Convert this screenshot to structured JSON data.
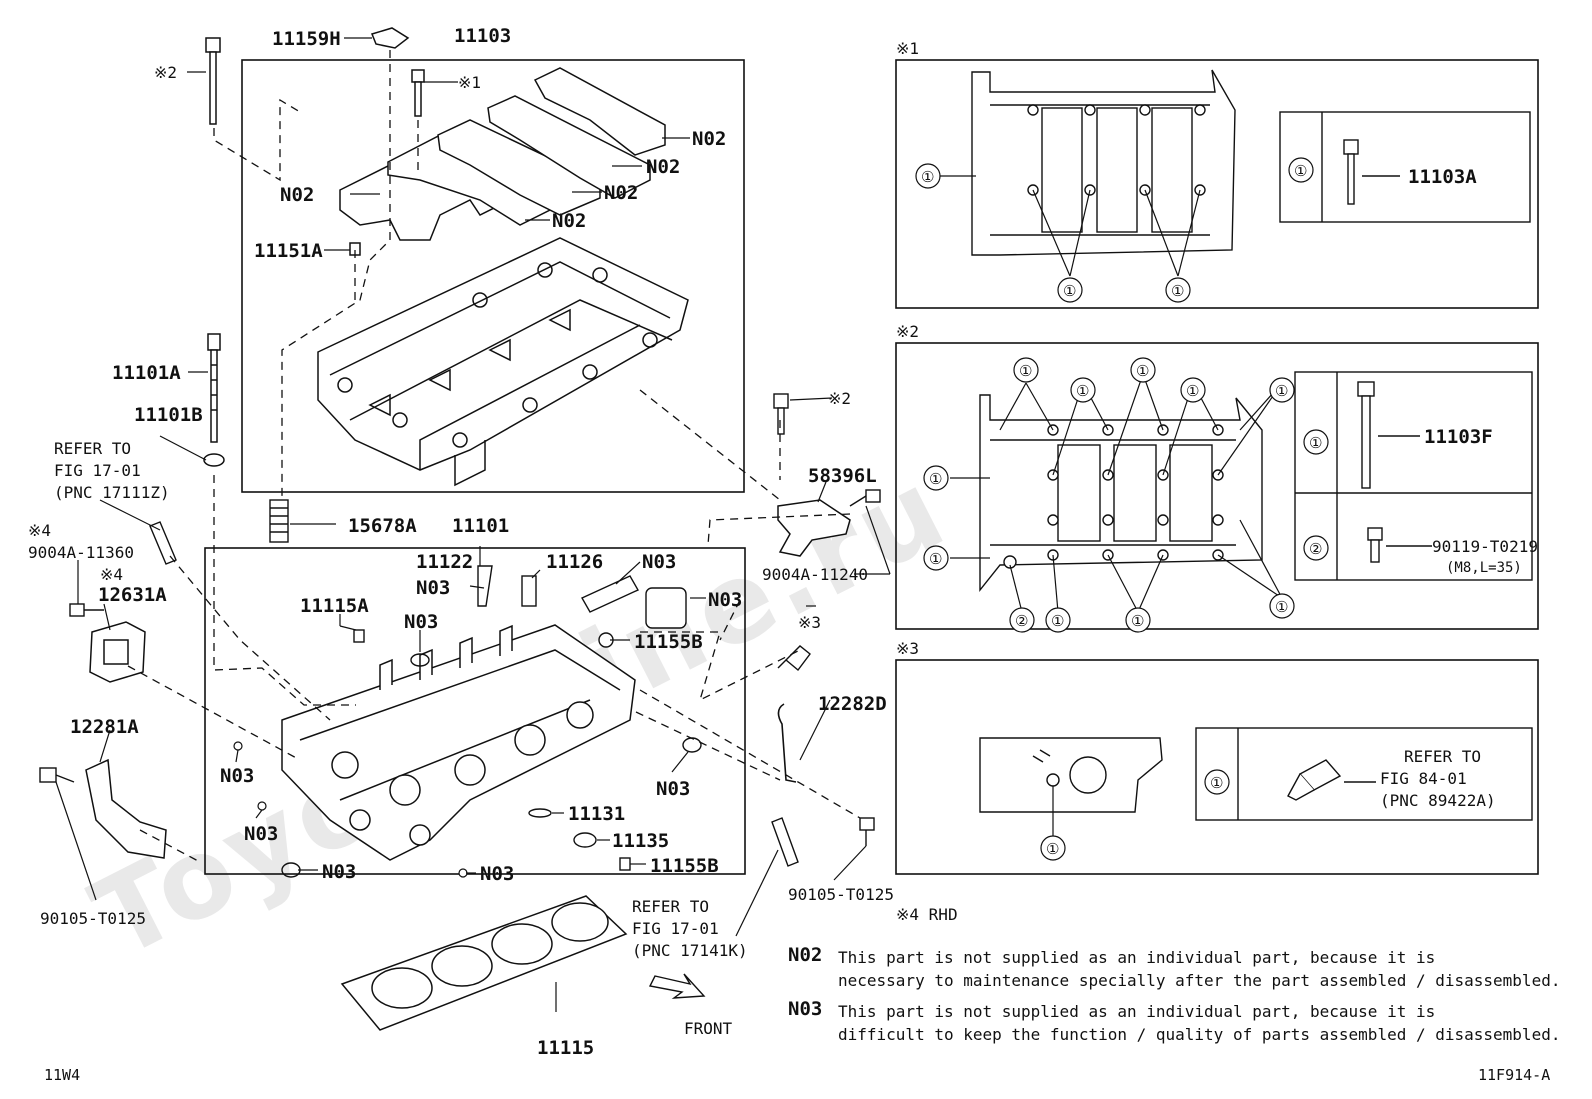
{
  "watermark": "ToyotaMine.ru",
  "refs": {
    "l11159H": "11159H",
    "l11103": "11103",
    "l11103A": "11103A",
    "l11103F": "11103F",
    "l11151A": "11151A",
    "l11101A": "11101A",
    "l11101B": "11101B",
    "l15678A": "15678A",
    "l11101": "11101",
    "l11122": "11122",
    "l11126": "11126",
    "l11115A": "11115A",
    "l11155B_1": "11155B",
    "l11155B_2": "11155B",
    "l58396L": "58396L",
    "l9004A11240": "9004A-11240",
    "l9004A11360": "9004A-11360",
    "l12631A": "12631A",
    "l12281A": "12281A",
    "l12282D": "12282D",
    "l11131": "11131",
    "l11135": "11135",
    "l11115": "11115",
    "l90105_1": "90105-T0125",
    "l90105_2": "90105-T0125",
    "l90119": "90119-T0219",
    "l90119_spec": "(M8,L=35)"
  },
  "codes": {
    "n02": "N02",
    "n03": "N03"
  },
  "marks": {
    "m1": "※1",
    "m2": "※2",
    "m3": "※3",
    "m4": "※4",
    "m4rhd": "※4 RHD"
  },
  "circled": {
    "c1": "①",
    "c2": "②"
  },
  "refer": {
    "r1_a": "REFER TO",
    "r1_b": "FIG 17-01",
    "r1_c": "(PNC 17111Z)",
    "r2_a": "REFER TO",
    "r2_b": "FIG 17-01",
    "r2_c": "(PNC 17141K)",
    "r3_a": "REFER TO",
    "r3_b": "FIG 84-01",
    "r3_c": "(PNC 89422A)"
  },
  "front_label": "FRONT",
  "notes": {
    "n02_line1": "This part is not supplied as an individual part, because it is",
    "n02_line2": "necessary to maintenance specially after the part assembled / disassembled.",
    "n03_line1": "This part is not supplied as an individual part, because it is",
    "n03_line2": "difficult to keep the function / quality of parts assembled / disassembled."
  },
  "corner_left": "11W4",
  "corner_right": "11F914-A"
}
